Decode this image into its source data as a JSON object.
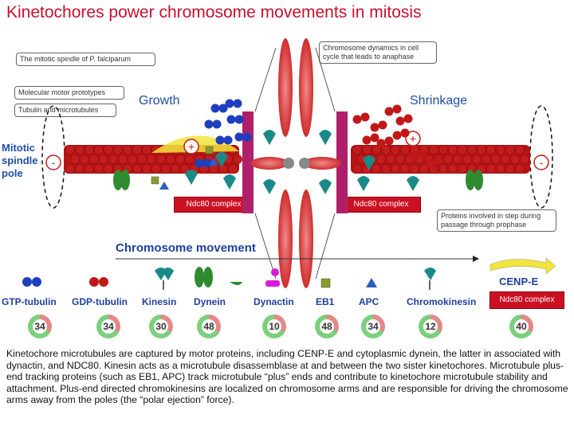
{
  "title": "Kinetochores power chromosome movements in mitosis",
  "notes": {
    "mitotic_spindle": "The mitotic spindle of P. falciparum",
    "motor_prototypes": "Molecular motor prototypes",
    "tubulin": "Tubulin and microtubules",
    "chromosome_dynamics": "Chromosome dynamics in cell cycle that leads to anaphase",
    "prophase_proteins": "Proteins involved in step during passage through prophase"
  },
  "labels": {
    "growth": "Growth",
    "shrinkage": "Shrinkage",
    "pole": "Mitotic spindle pole",
    "plus": "+",
    "minus": "-",
    "ndc80_left": "Ndc80 complex",
    "ndc80_right": "Ndc80 complex",
    "chromosome_movement": "Chromosome movement",
    "cenp_e": "CENP-E",
    "ndc80_legend": "Ndc80 complex"
  },
  "legend": [
    {
      "label": "GTP-tubulin",
      "score": "34"
    },
    {
      "label": "GDP-tubulin",
      "score": "34"
    },
    {
      "label": "Kinesin",
      "score": "30"
    },
    {
      "label": "Dynein",
      "score": "48"
    },
    {
      "label": "Dynactin",
      "score": "10"
    },
    {
      "label": "EB1",
      "score": "48"
    },
    {
      "label": "APC",
      "score": "34"
    },
    {
      "label": "Chromokinesin",
      "score": "12"
    },
    {
      "label": "Ndc80 complex",
      "score": "40"
    }
  ],
  "colors": {
    "title_red": "#c8102e",
    "tubulin_red": "#c01818",
    "gtp_blue": "#1d3fbf",
    "kinesin_teal": "#1a8a88",
    "dynein_green": "#2e8b2e",
    "dynactin_magenta": "#d81bd8",
    "eb1_olive": "#8a9a2a",
    "apc_blue": "#2a5fbf",
    "label_blue": "#1f3fa0"
  },
  "caption": "Kinetochore microtubules are captured by motor proteins, including CENP-E and cytoplasmic dynein, the latter in associated with dynactin, and NDC80. Kinesin acts as a microtubule disassemblase at and between the two sister kinetochores. Microtubule plus-end tracking proteins (such as EB1, APC) track microtubule “plus” ends and contribute to kinetochore microtubule stability and attachment. Plus-end directed chromokinesins are localized on chromosome arms and are responsible for driving the chromosome arms away from the poles (the “polar ejection” force)."
}
